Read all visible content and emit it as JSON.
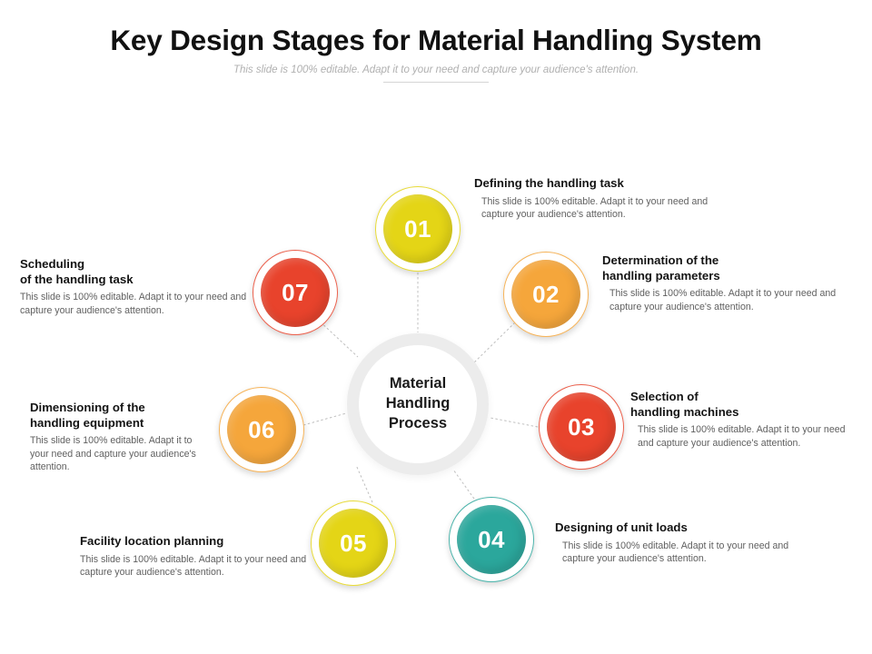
{
  "header": {
    "title": "Key Design Stages for Material Handling System",
    "subtitle": "This slide is 100% editable. Adapt it to your need and capture your audience's attention."
  },
  "hub": {
    "label": "Material\nHandling\nProcess"
  },
  "colors": {
    "yellow": "#E4D516",
    "orange": "#F5A63B",
    "red": "#E8432C",
    "teal": "#2BA79C",
    "hub_ring": "#ECECEC",
    "connector": "#BFBFBF",
    "title_text": "#111111",
    "subtitle_text": "#B0B0B0",
    "body_text": "#606060"
  },
  "nodes": [
    {
      "id": "01",
      "number": "01",
      "color": "#E4D516",
      "color_name": "yellow",
      "title": "Defining the handling task",
      "body": "This slide is 100% editable. Adapt it to your need and capture your audience's attention."
    },
    {
      "id": "02",
      "number": "02",
      "color": "#F5A63B",
      "color_name": "orange",
      "title": "Determination of the\nhandling parameters",
      "body": "This slide is 100% editable. Adapt it to your need and capture your audience's attention."
    },
    {
      "id": "03",
      "number": "03",
      "color": "#E8432C",
      "color_name": "red",
      "title": "Selection of\nhandling machines",
      "body": "This slide is 100% editable. Adapt it to your need and capture your audience's attention."
    },
    {
      "id": "04",
      "number": "04",
      "color": "#2BA79C",
      "color_name": "teal",
      "title": "Designing of unit loads",
      "body": "This slide is 100% editable. Adapt it to your need and capture your audience's attention."
    },
    {
      "id": "05",
      "number": "05",
      "color": "#E4D516",
      "color_name": "yellow",
      "title": "Facility location planning",
      "body": "This slide is 100% editable. Adapt it to your need and capture your audience's attention."
    },
    {
      "id": "06",
      "number": "06",
      "color": "#F5A63B",
      "color_name": "orange",
      "title": "Dimensioning of the\nhandling equipment",
      "body": "This slide is 100% editable. Adapt it to your need and capture your audience's attention."
    },
    {
      "id": "07",
      "number": "07",
      "color": "#E8432C",
      "color_name": "red",
      "title": "Scheduling\nof the handling task",
      "body": "This slide is 100% editable. Adapt it to your need and capture your audience's attention."
    }
  ]
}
